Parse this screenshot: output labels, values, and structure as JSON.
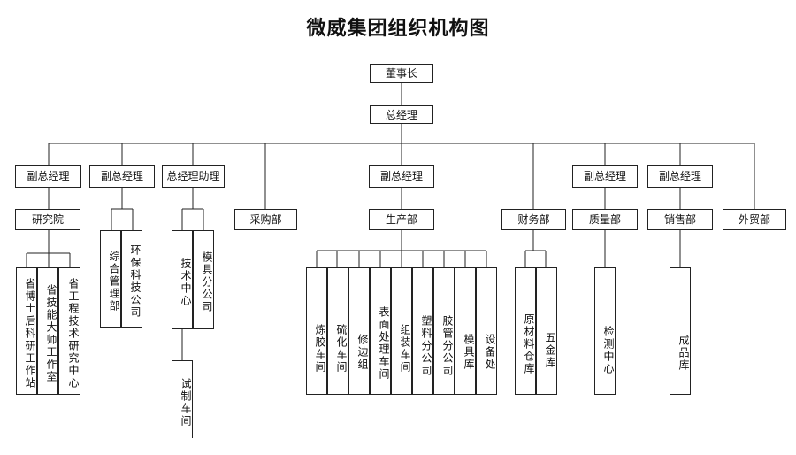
{
  "title": "微威集团组织机构图",
  "chairman": "董事长",
  "general_manager": "总经理",
  "level2": {
    "vp1": "副总经理",
    "vp2": "副总经理",
    "gm_assistant": "总经理助理",
    "vp3": "副总经理",
    "vp4": "副总经理",
    "vp5": "副总经理"
  },
  "level3": {
    "research_institute": "研究院",
    "purchasing": "采购部",
    "production": "生产部",
    "finance": "财务部",
    "quality": "质量部",
    "sales": "销售部",
    "foreign_trade": "外贸部"
  },
  "units": {
    "provincial_postdoc": "省博士后科研工作站",
    "provincial_master": "省技能大师工作室",
    "provincial_center": "省工程技术研究中心",
    "general_admin": "综合管理部",
    "eco_tech": "环保科技公司",
    "tech_center": "技术中心",
    "mold_company": "模具分公司",
    "trial_workshop": "试制车间",
    "rubber_mixing": "炼胶车间",
    "vulcanizing": "硫化车间",
    "trimming": "修边组",
    "surface_treatment": "表面处理车间",
    "assembly": "组装车间",
    "plastics": "塑料分公司",
    "rubber_hose": "胶管分公司",
    "mold_warehouse": "模具库",
    "equipment": "设备处",
    "raw_material": "原材料仓库",
    "hardware": "五金库",
    "inspection_center": "检测中心",
    "finished_goods": "成品库"
  }
}
